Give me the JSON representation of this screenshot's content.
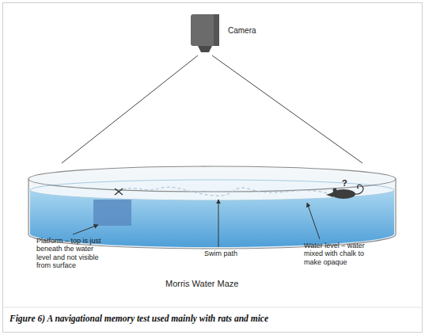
{
  "diagram": {
    "title": "Morris Water Maze",
    "caption": "Figure 6) A navigational memory test used mainly with rats and mice",
    "labels": [
      "Camera",
      "?",
      "Platform – top is just beneath the water level and not visible from surface",
      "Swim path",
      "Water level – water mixed with chalk to make opaque"
    ]
  }
}
